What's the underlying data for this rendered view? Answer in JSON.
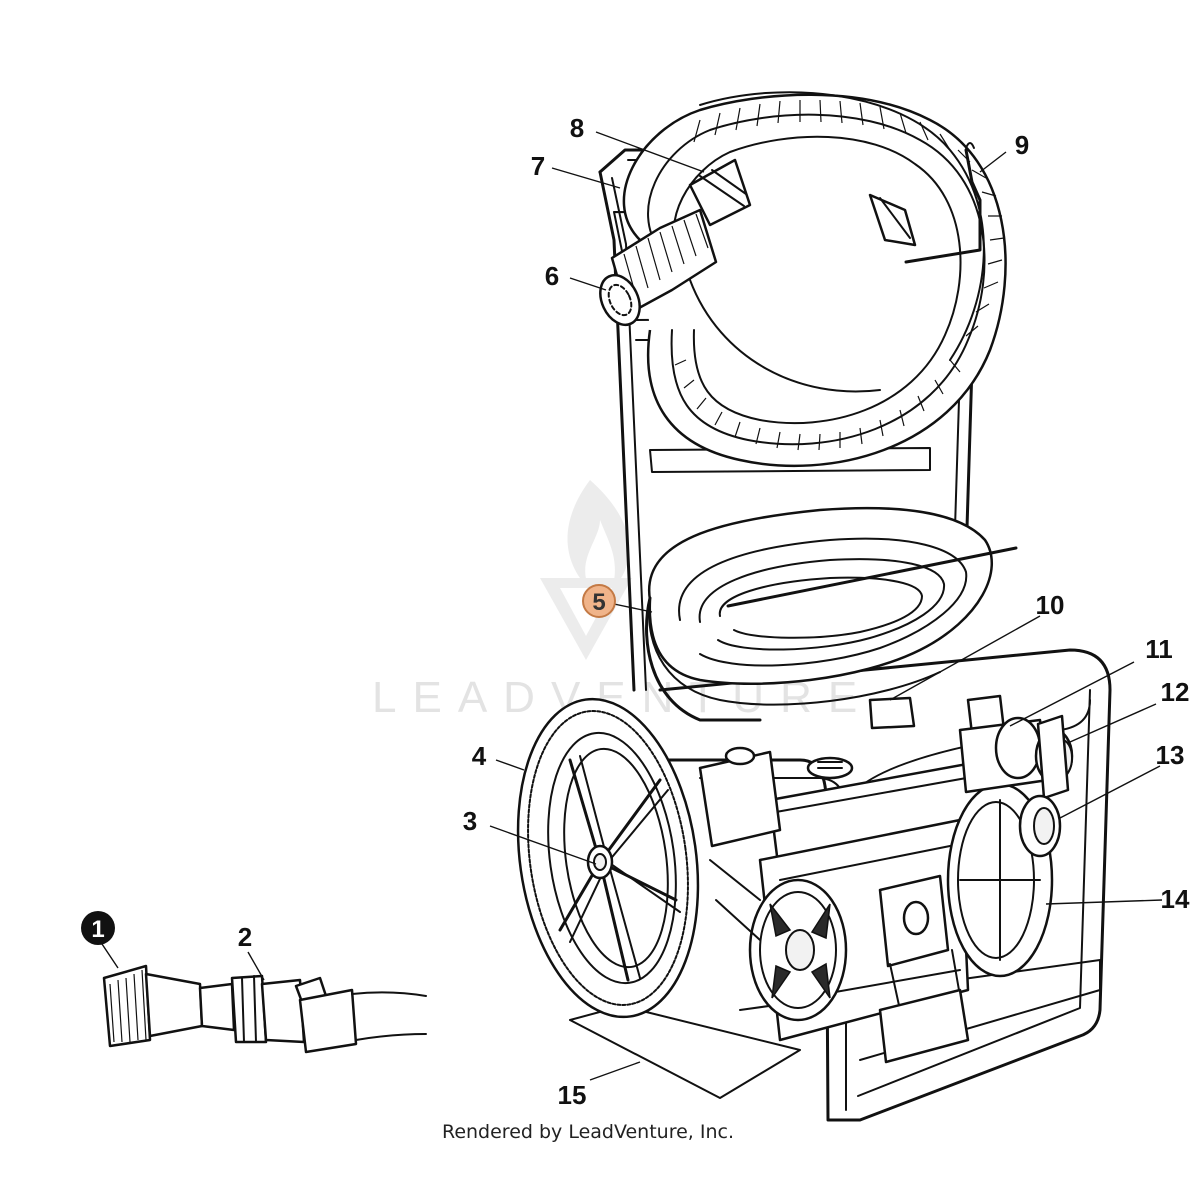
{
  "diagram": {
    "watermark": "LEADVENTURE",
    "footer": "Rendered by LeadVenture, Inc.",
    "highlight_color": "#f0b48a",
    "callouts": [
      {
        "id": "1",
        "label": "1",
        "style": "inverted"
      },
      {
        "id": "2",
        "label": "2",
        "style": "plain"
      },
      {
        "id": "3",
        "label": "3",
        "style": "plain"
      },
      {
        "id": "4",
        "label": "4",
        "style": "plain"
      },
      {
        "id": "5",
        "label": "5",
        "style": "highlighted"
      },
      {
        "id": "6",
        "label": "6",
        "style": "plain"
      },
      {
        "id": "7",
        "label": "7",
        "style": "plain"
      },
      {
        "id": "8",
        "label": "8",
        "style": "plain"
      },
      {
        "id": "9",
        "label": "9",
        "style": "plain"
      },
      {
        "id": "10",
        "label": "10",
        "style": "plain"
      },
      {
        "id": "11",
        "label": "11",
        "style": "plain"
      },
      {
        "id": "12",
        "label": "12",
        "style": "plain"
      },
      {
        "id": "13",
        "label": "13",
        "style": "plain"
      },
      {
        "id": "14",
        "label": "14",
        "style": "plain"
      },
      {
        "id": "15",
        "label": "15",
        "style": "plain"
      }
    ]
  }
}
